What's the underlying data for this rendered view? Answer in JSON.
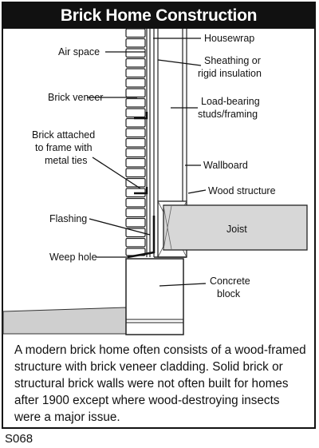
{
  "title": "Brick Home Construction",
  "labels": {
    "housewrap": "Housewrap",
    "air_space": "Air space",
    "sheathing_1": "Sheathing or",
    "sheathing_2": "rigid insulation",
    "brick_veneer": "Brick veneer",
    "studs_1": "Load-bearing",
    "studs_2": "studs/framing",
    "ties_1": "Brick attached",
    "ties_2": "to frame with",
    "ties_3": "metal ties",
    "wallboard": "Wallboard",
    "wood_structure": "Wood structure",
    "flashing": "Flashing",
    "joist": "Joist",
    "weep_hole": "Weep hole",
    "concrete_1": "Concrete",
    "concrete_2": "block"
  },
  "caption": "A modern brick home often consists of a wood-framed structure with brick veneer cladding. Solid brick or structural brick walls were not often built for homes after 1900 except where wood-destroying insects were a major issue.",
  "code": "S068"
}
